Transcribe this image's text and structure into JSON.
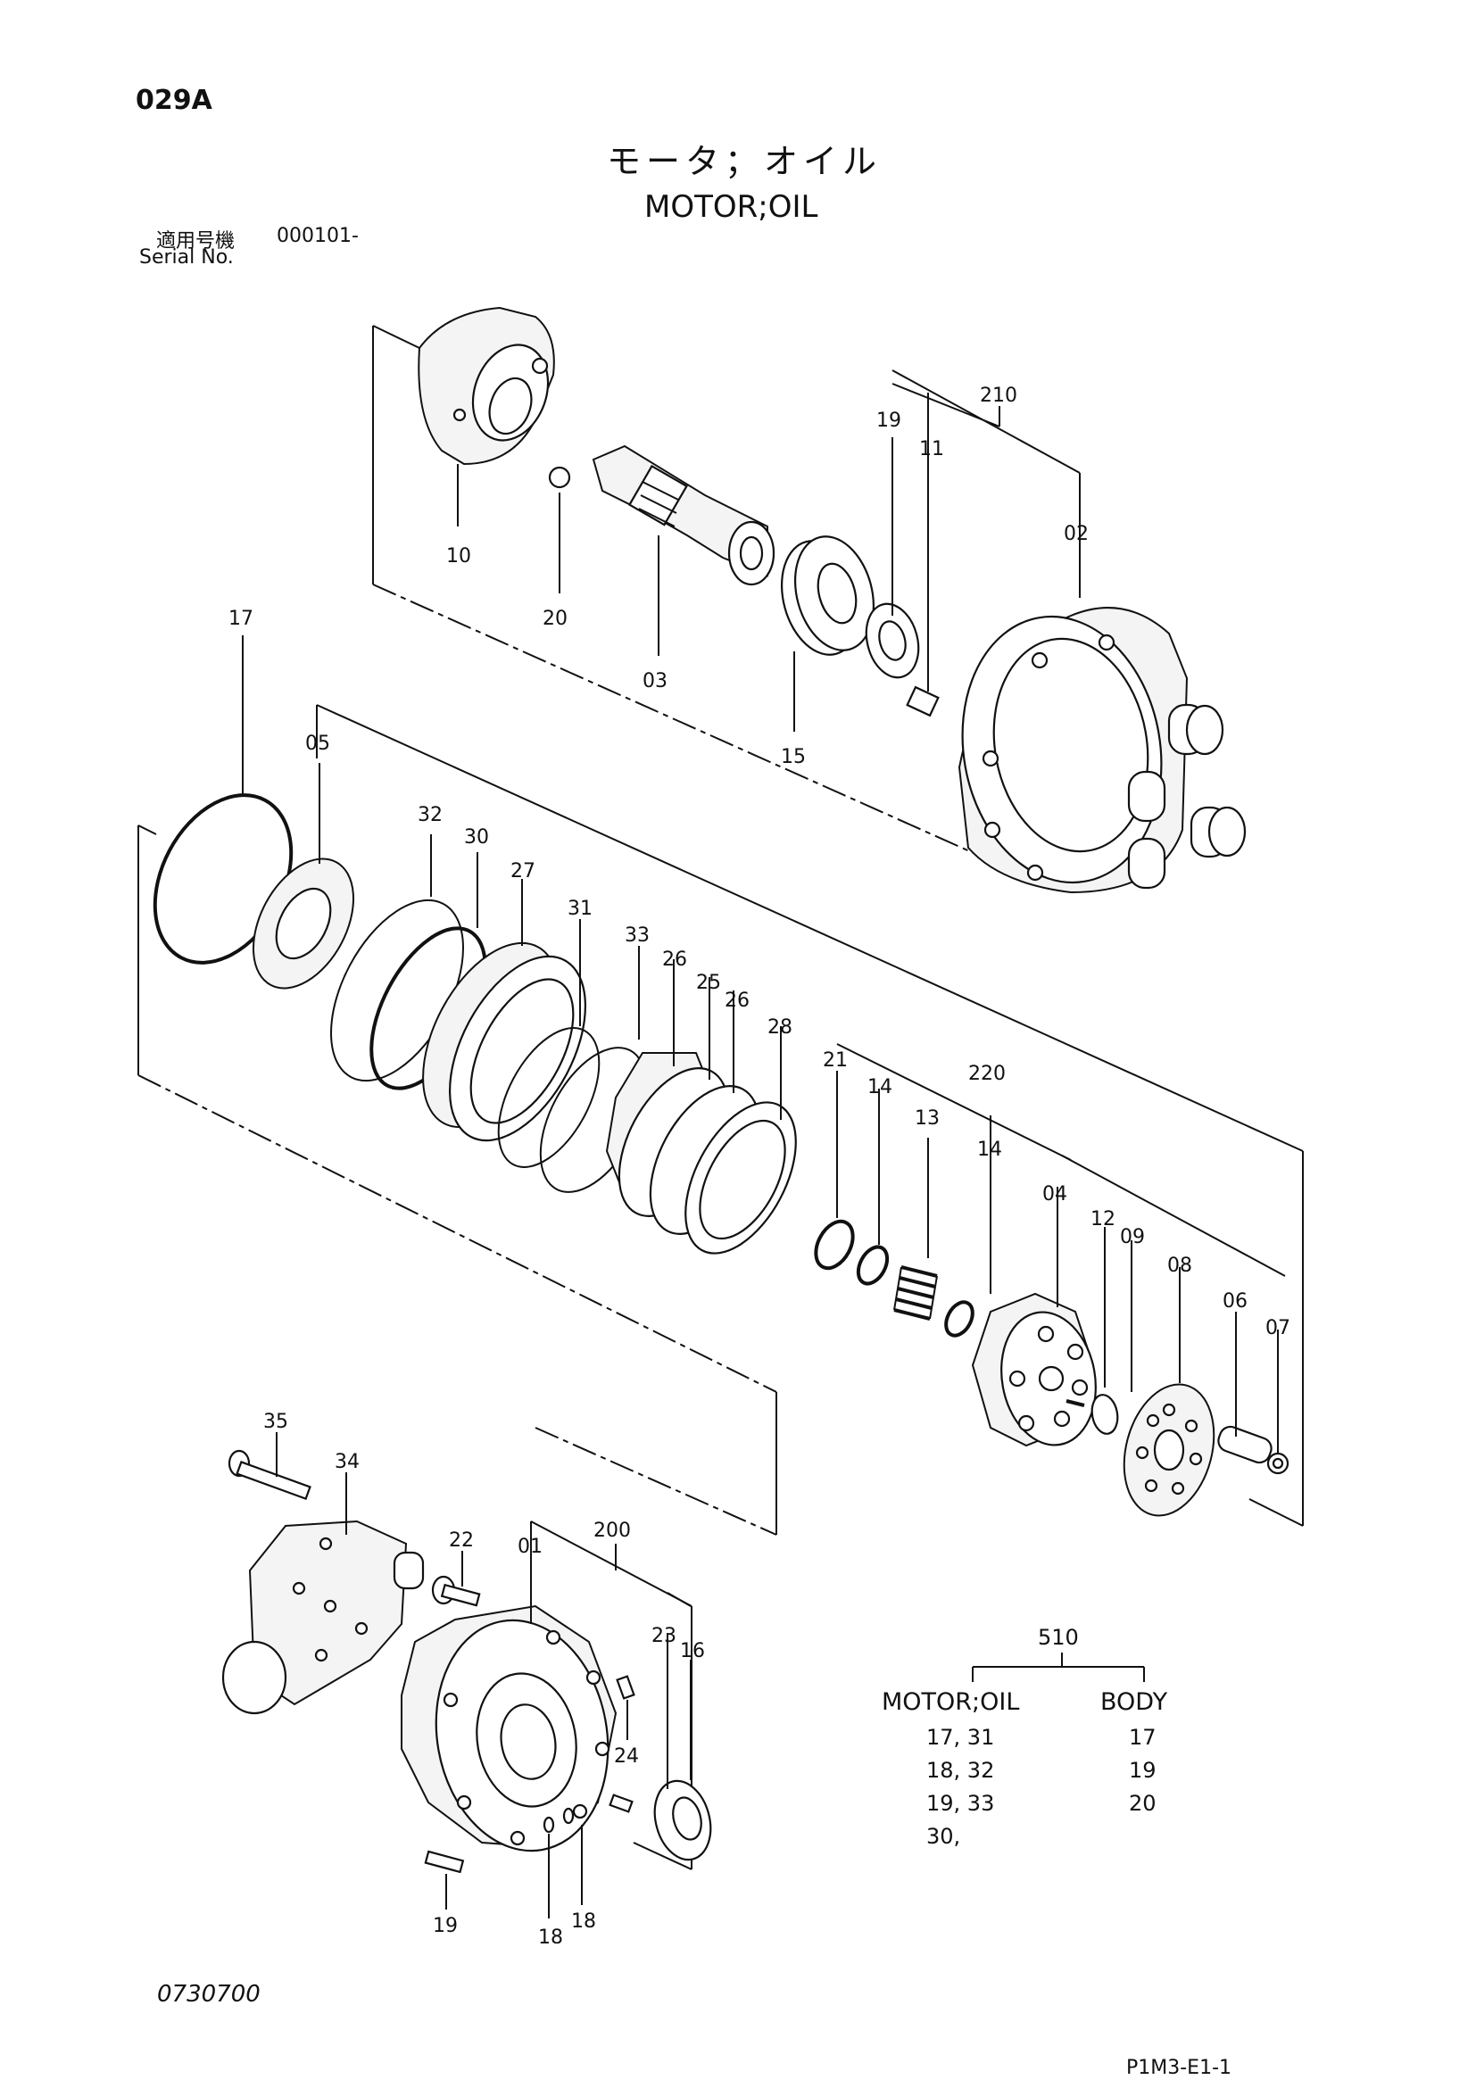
{
  "header": {
    "page_code": "029A",
    "title_jp": "モータ；オイル",
    "title_en": "MOTOR;OIL",
    "serial_label_jp": "適用号機",
    "serial_value": "000101-",
    "serial_label_en": "Serial No."
  },
  "callouts": {
    "c10": "10",
    "c20": "20",
    "c03": "03",
    "c15": "15",
    "c19a": "19",
    "c11": "11",
    "c210": "210",
    "c02": "02",
    "c17": "17",
    "c05": "05",
    "c32": "32",
    "c30": "30",
    "c27": "27",
    "c31": "31",
    "c33": "33",
    "c26a": "26",
    "c25": "25",
    "c26b": "26",
    "c28": "28",
    "c21": "21",
    "c14a": "14",
    "c13": "13",
    "c220": "220",
    "c14b": "14",
    "c04": "04",
    "c12": "12",
    "c09": "09",
    "c08": "08",
    "c06": "06",
    "c07": "07",
    "c35": "35",
    "c34": "34",
    "c22": "22",
    "c01": "01",
    "c200": "200",
    "c23": "23",
    "c16": "16",
    "c24": "24",
    "c19b": "19",
    "c18a": "18",
    "c18b": "18"
  },
  "kit_table": {
    "group_no": "510",
    "col1_header": "MOTOR;OIL",
    "col2_header": "BODY",
    "col1_rows": [
      "17,  31",
      "18,  32",
      "19,  33",
      "30,"
    ],
    "col2_rows": [
      "17",
      "19",
      "20"
    ]
  },
  "footer": {
    "doc_no": "0730700",
    "sheet_id": "P1M3-E1-1"
  }
}
